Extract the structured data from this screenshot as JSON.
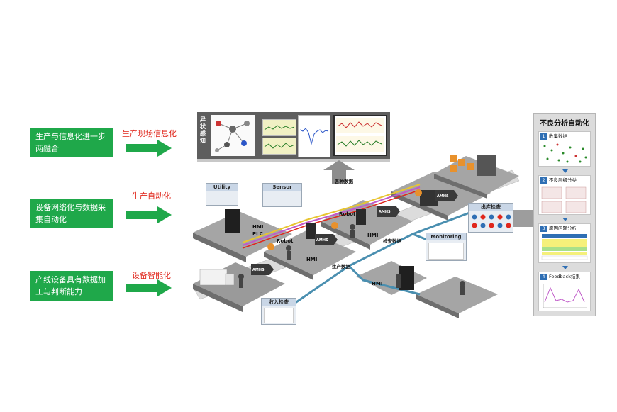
{
  "left_boxes": [
    {
      "text": "生产与信息化进一步两融合",
      "label": "生产现场信息化"
    },
    {
      "text": "设备网络化与数据采集自动化",
      "label": "生产自动化"
    },
    {
      "text": "产线设备具有数据加工与判断能力",
      "label": "设备智能化"
    }
  ],
  "top_panel": {
    "title": "异状感知",
    "arrow_label": "各种数据"
  },
  "floor_labels": {
    "utility": "Utility",
    "sensor": "Sensor",
    "robot1": "Robot",
    "robot2": "Robot",
    "hmi_plc": "HMI",
    "plc": "PLC",
    "hmi2": "HMI",
    "hmi3": "HMI",
    "hmi4": "HMI",
    "amhs1": "AMHS",
    "amhs2": "AMHS",
    "amhs3": "AMHS",
    "amhs4": "AMHS",
    "production_data": "生产数据",
    "inspection_data": "检查数据",
    "monitoring": "Monitoring",
    "incoming_check": "收入检查",
    "shipping_check": "出库检查"
  },
  "side_panel": {
    "title": "不良分析自动化",
    "steps": [
      {
        "num": "1",
        "label": "收集数据"
      },
      {
        "num": "2",
        "label": "不良层级分类"
      },
      {
        "num": "3",
        "label": "原因问题分析"
      },
      {
        "num": "4",
        "label": "Feedback结果"
      }
    ]
  },
  "colors": {
    "green": "#1fa84a",
    "red": "#e0261b",
    "blue": "#2f6fb4",
    "teal": "#4a8fb0"
  }
}
